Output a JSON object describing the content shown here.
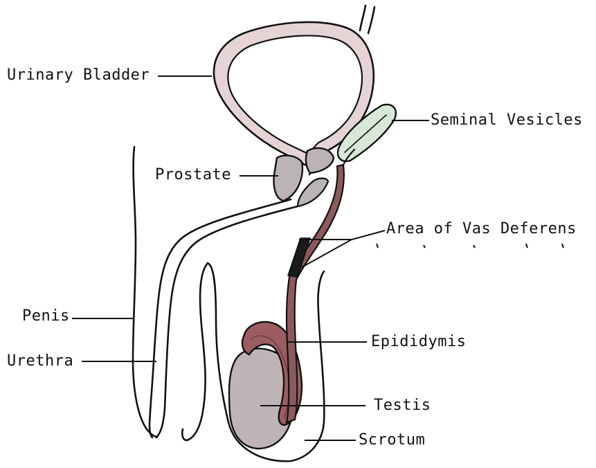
{
  "labels": {
    "urinary_bladder": "Urinary Bladder",
    "seminal_vesicles": "Seminal Vesicles",
    "prostate": "Prostate",
    "vas_deferens": "Area of Vas Deferens",
    "penis": "Penis",
    "urethra": "Urethra",
    "epididymis": "Epididymis",
    "testis": "Testis",
    "scrotum": "Scrotum"
  },
  "colors": {
    "outline": "#111111",
    "bladder_wall": "#e6d3d6",
    "prostate": "#bcb3b6",
    "seminal_vesicle": "#d8e8d8",
    "vas_deferens": "#8c5a5c",
    "vas_cut_area": "#1a1a1a",
    "epididymis": "#9c5d62",
    "testis": "#beb4b7",
    "background": "#ffffff"
  }
}
